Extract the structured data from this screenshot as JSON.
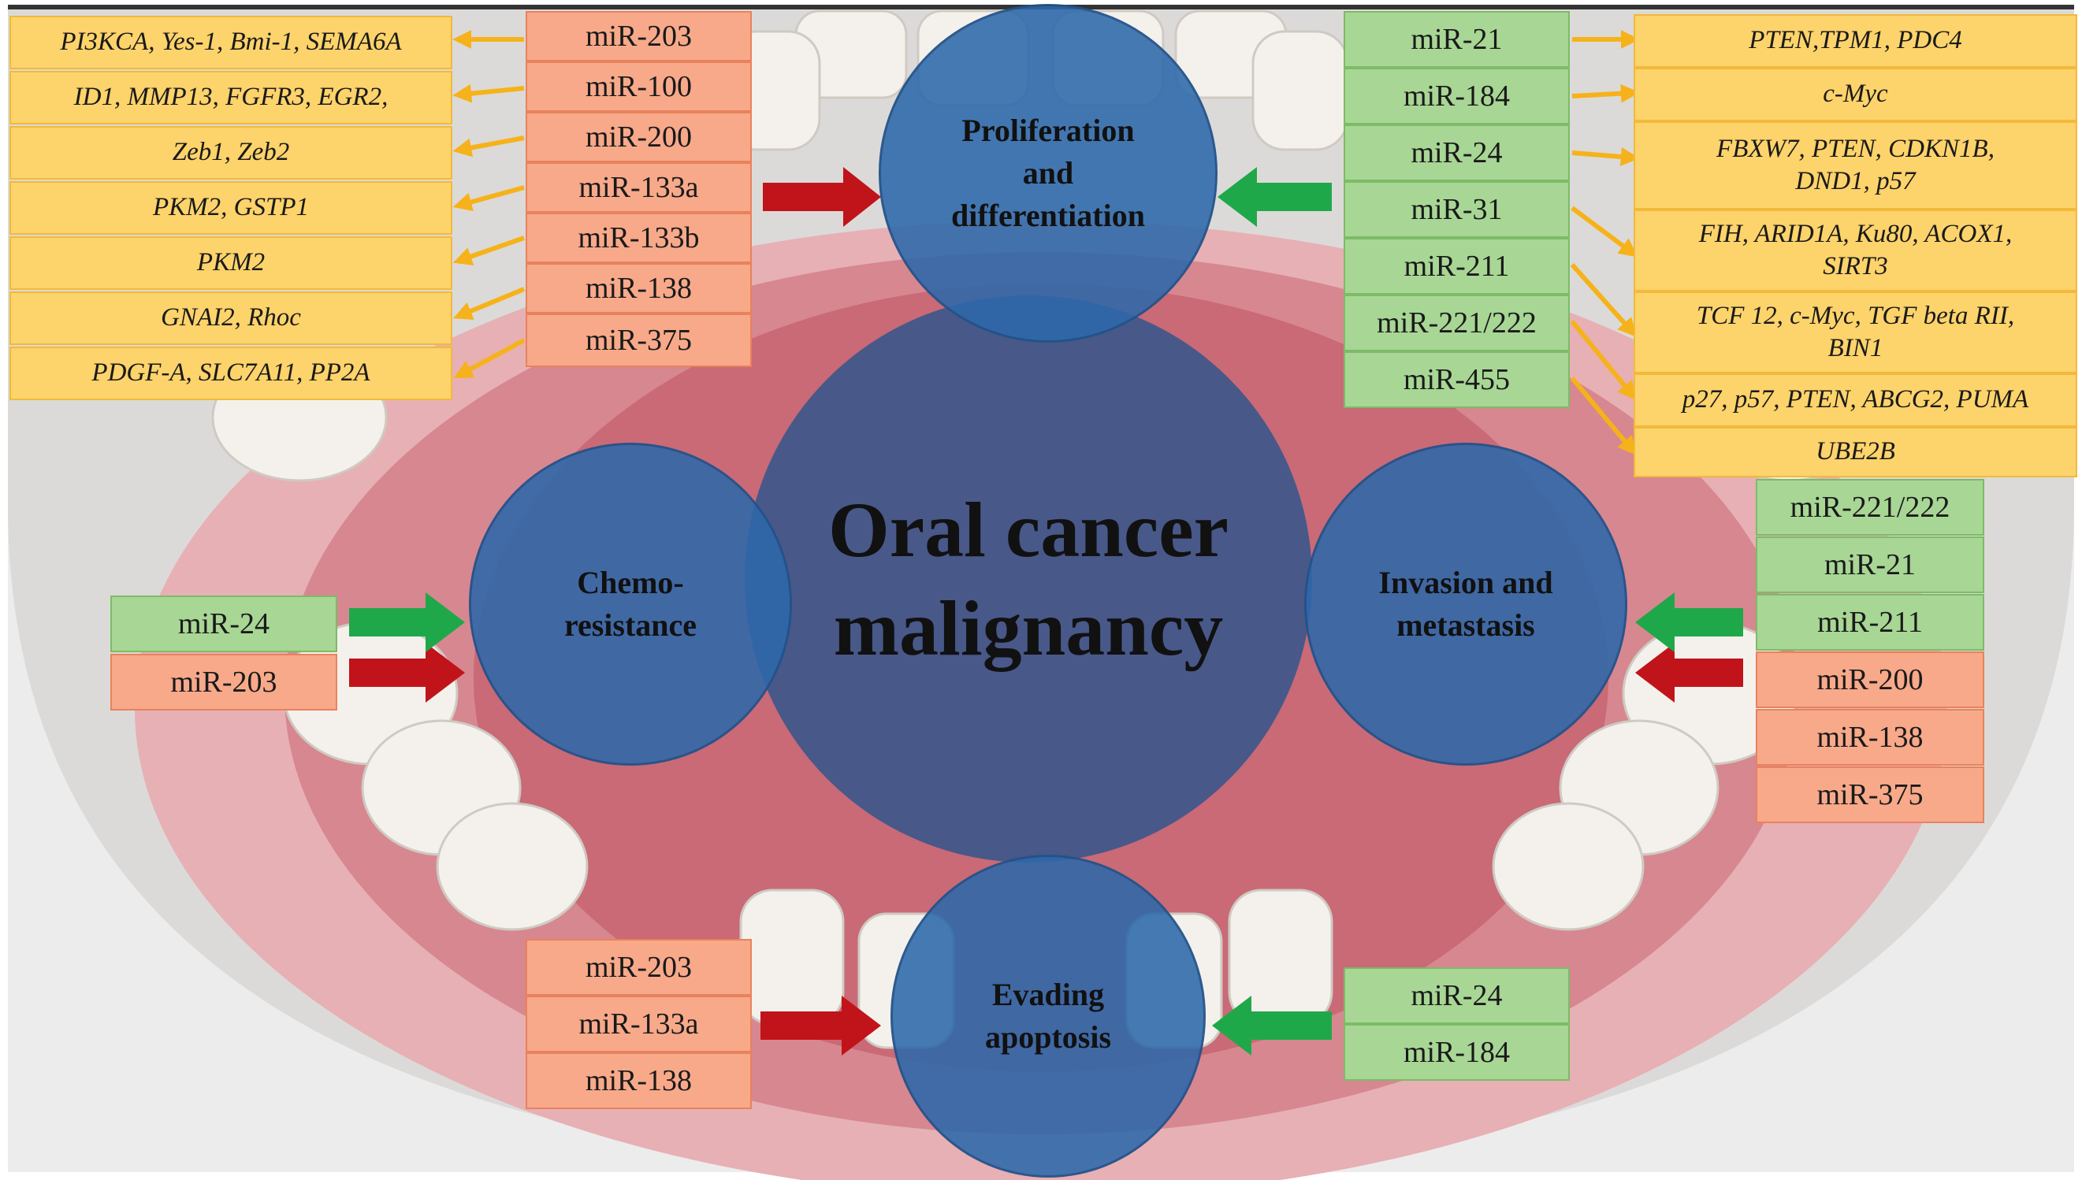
{
  "colors": {
    "gene_box": "#fdd36b",
    "suppressor_box": "#f7a98a",
    "promoter_box": "#a8d695",
    "circle": "#2c68aa",
    "red_arrow": "#c0141a",
    "green_arrow": "#1fa84a",
    "yellow_arrow": "#f6b21a"
  },
  "center": {
    "title": "Oral cancer\nmalignancy"
  },
  "hallmarks": {
    "proliferation": "Proliferation\nand\ndifferentiation",
    "chemoresistance": "Chemo-\nresistance",
    "invasion": "Invasion and\nmetastasis",
    "apoptosis": "Evading\napoptosis"
  },
  "proliferation_suppressors": [
    "miR-203",
    "miR-100",
    "miR-200",
    "miR-133a",
    "miR-133b",
    "miR-138",
    "miR-375"
  ],
  "suppressor_targets": [
    "PI3KCA, Yes-1, Bmi-1, SEMA6A",
    "ID1, MMP13, FGFR3, EGR2,",
    "Zeb1, Zeb2",
    "PKM2, GSTP1",
    "PKM2",
    "GNAI2, Rhoc",
    "PDGF-A, SLC7A11, PP2A"
  ],
  "proliferation_promoters": [
    "miR-21",
    "miR-184",
    "miR-24",
    "miR-31",
    "miR-211",
    "miR-221/222",
    "miR-455"
  ],
  "promoter_targets": [
    "PTEN,TPM1, PDC4",
    "c-Myc",
    "FBXW7, PTEN, CDKN1B,\nDND1, p57",
    "FIH, ARID1A, Ku80, ACOX1,\nSIRT3",
    "TCF 12, c-Myc, TGF beta RII,\nBIN1",
    "p27, p57, PTEN, ABCG2, PUMA",
    "UBE2B"
  ],
  "chemoresistance": {
    "promoter": "miR-24",
    "suppressor": "miR-203"
  },
  "invasion": {
    "promoters": [
      "miR-221/222",
      "miR-21",
      "miR-211"
    ],
    "suppressors": [
      "miR-200",
      "miR-138",
      "miR-375"
    ]
  },
  "apoptosis": {
    "suppressors": [
      "miR-203",
      "miR-133a",
      "miR-138"
    ],
    "promoters": [
      "miR-24",
      "miR-184"
    ]
  }
}
